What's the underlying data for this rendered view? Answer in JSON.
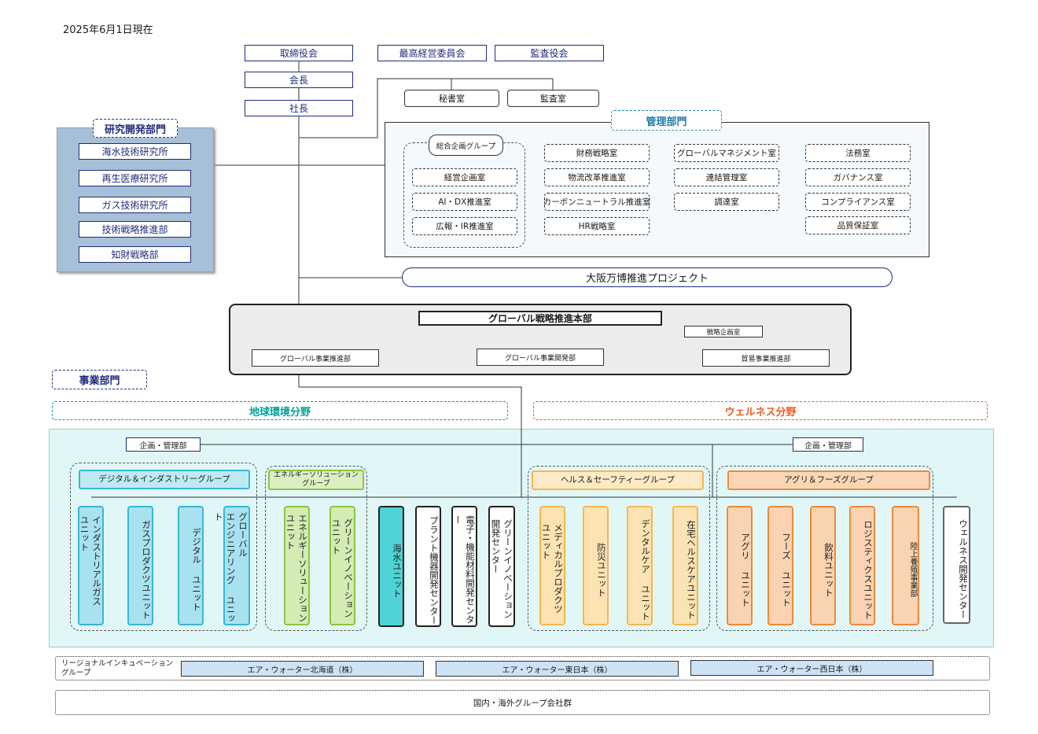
{
  "date": "2025年6月1日現在",
  "top": {
    "board": "取締役会",
    "exec_committee": "最高経営委員会",
    "auditors": "監査役会",
    "chairman": "会長",
    "president": "社長",
    "secretary": "秘書室",
    "audit_office": "監査室"
  },
  "rnd": {
    "title": "研究開発部門",
    "items": [
      "海水技術研究所",
      "再生医療研究所",
      "ガス技術研究所",
      "技術戦略推進部",
      "知財戦略部"
    ]
  },
  "admin": {
    "title": "管理部門",
    "group_title": "総合企画グループ",
    "col1": [
      "経営企画室",
      "AI・DX推進室",
      "広報・IR推進室"
    ],
    "col2": [
      "財務戦略室",
      "物流改革推進室",
      "カーボンニュートラル推進室",
      "HR戦略室"
    ],
    "col3": [
      "グローバルマネジメント室",
      "連結管理室",
      "調達室"
    ],
    "col4": [
      "法務室",
      "ガバナンス室",
      "コンプライアンス室",
      "品質保証室"
    ]
  },
  "expo": "大阪万博推進プロジェクト",
  "global": {
    "title": "グローバル戦略推進本部",
    "strategy": "戦略企画室",
    "biz": "グローバル事業推進部",
    "dev": "グローバル事業開発部",
    "trade": "貿易事業推進部"
  },
  "business": {
    "title": "事業部門",
    "earth": "地球環境分野",
    "wellness": "ウェルネス分野",
    "plan_left": "企画・管理部",
    "plan_right": "企画・管理部",
    "digital_group": "デジタル＆インダストリーグループ",
    "digital_units": [
      "インダストリアルガス ユニット",
      "ガスプロダクツユニット",
      "デジタル ユニット",
      "グローバル\nエンジニアリング ユニット"
    ],
    "energy_group": "エネルギーソリューション\nグループ",
    "energy_units": [
      "エネルギーソリューション\nユニット",
      "グリーンイノベーション\nユニット"
    ],
    "seawater": "海水ユニット",
    "centers": [
      "プラント機器開発センター",
      "電子・機能材料開発センター",
      "グリーンイノベーション\n開発センター"
    ],
    "health_group": "ヘルス＆セーフティーグループ",
    "health_units": [
      "メディカルプロダクツ\nユニット",
      "防災ユニット",
      "デンタルケア ユニット",
      "在宅ヘルスケアユニット"
    ],
    "agri_group": "アグリ＆フーズグループ",
    "agri_units": [
      "アグリ ユニット",
      "フーズ ユニット",
      "飲料ユニット",
      "ロジスティクスユニット",
      "陸上養殖事業部"
    ],
    "wellness_center": "ウェルネス開発センター"
  },
  "regional": {
    "label": "リージョナルインキュベーション\nグループ",
    "items": [
      "エア・ウォーター北海道（株）",
      "エア・ウォーター東日本（株）",
      "エア・ウォーター西日本（株）"
    ]
  },
  "group_companies": "国内・海外グループ会社群",
  "colors": {
    "navy": "#1f2d7a",
    "teal": "#00a19a",
    "orange": "#f05a28",
    "digital": "#37b7d7",
    "energy": "#8cc63f",
    "seawater": "#4fd3d6",
    "health": "#f7b64b",
    "agri": "#ee8a3c"
  }
}
